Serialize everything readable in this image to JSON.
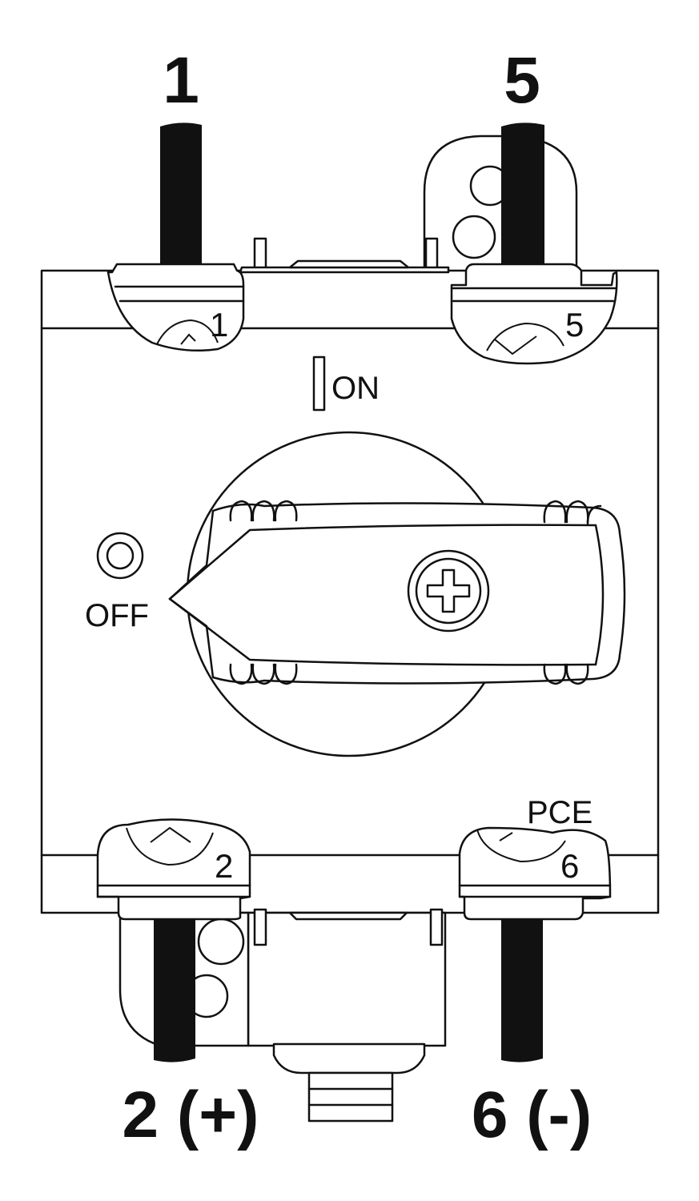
{
  "terminals": {
    "t1": {
      "top_label": "1",
      "small_label": "1"
    },
    "t5": {
      "top_label": "5",
      "small_label": "5"
    },
    "t2": {
      "bottom_label": "2 (+)",
      "small_label": "2"
    },
    "t6": {
      "bottom_label": "6 (-)",
      "small_label": "6"
    }
  },
  "indicators": {
    "on_label": "ON",
    "off_label": "OFF",
    "pce_label": "PCE"
  },
  "colors": {
    "line": "#111111",
    "background": "#ffffff"
  }
}
